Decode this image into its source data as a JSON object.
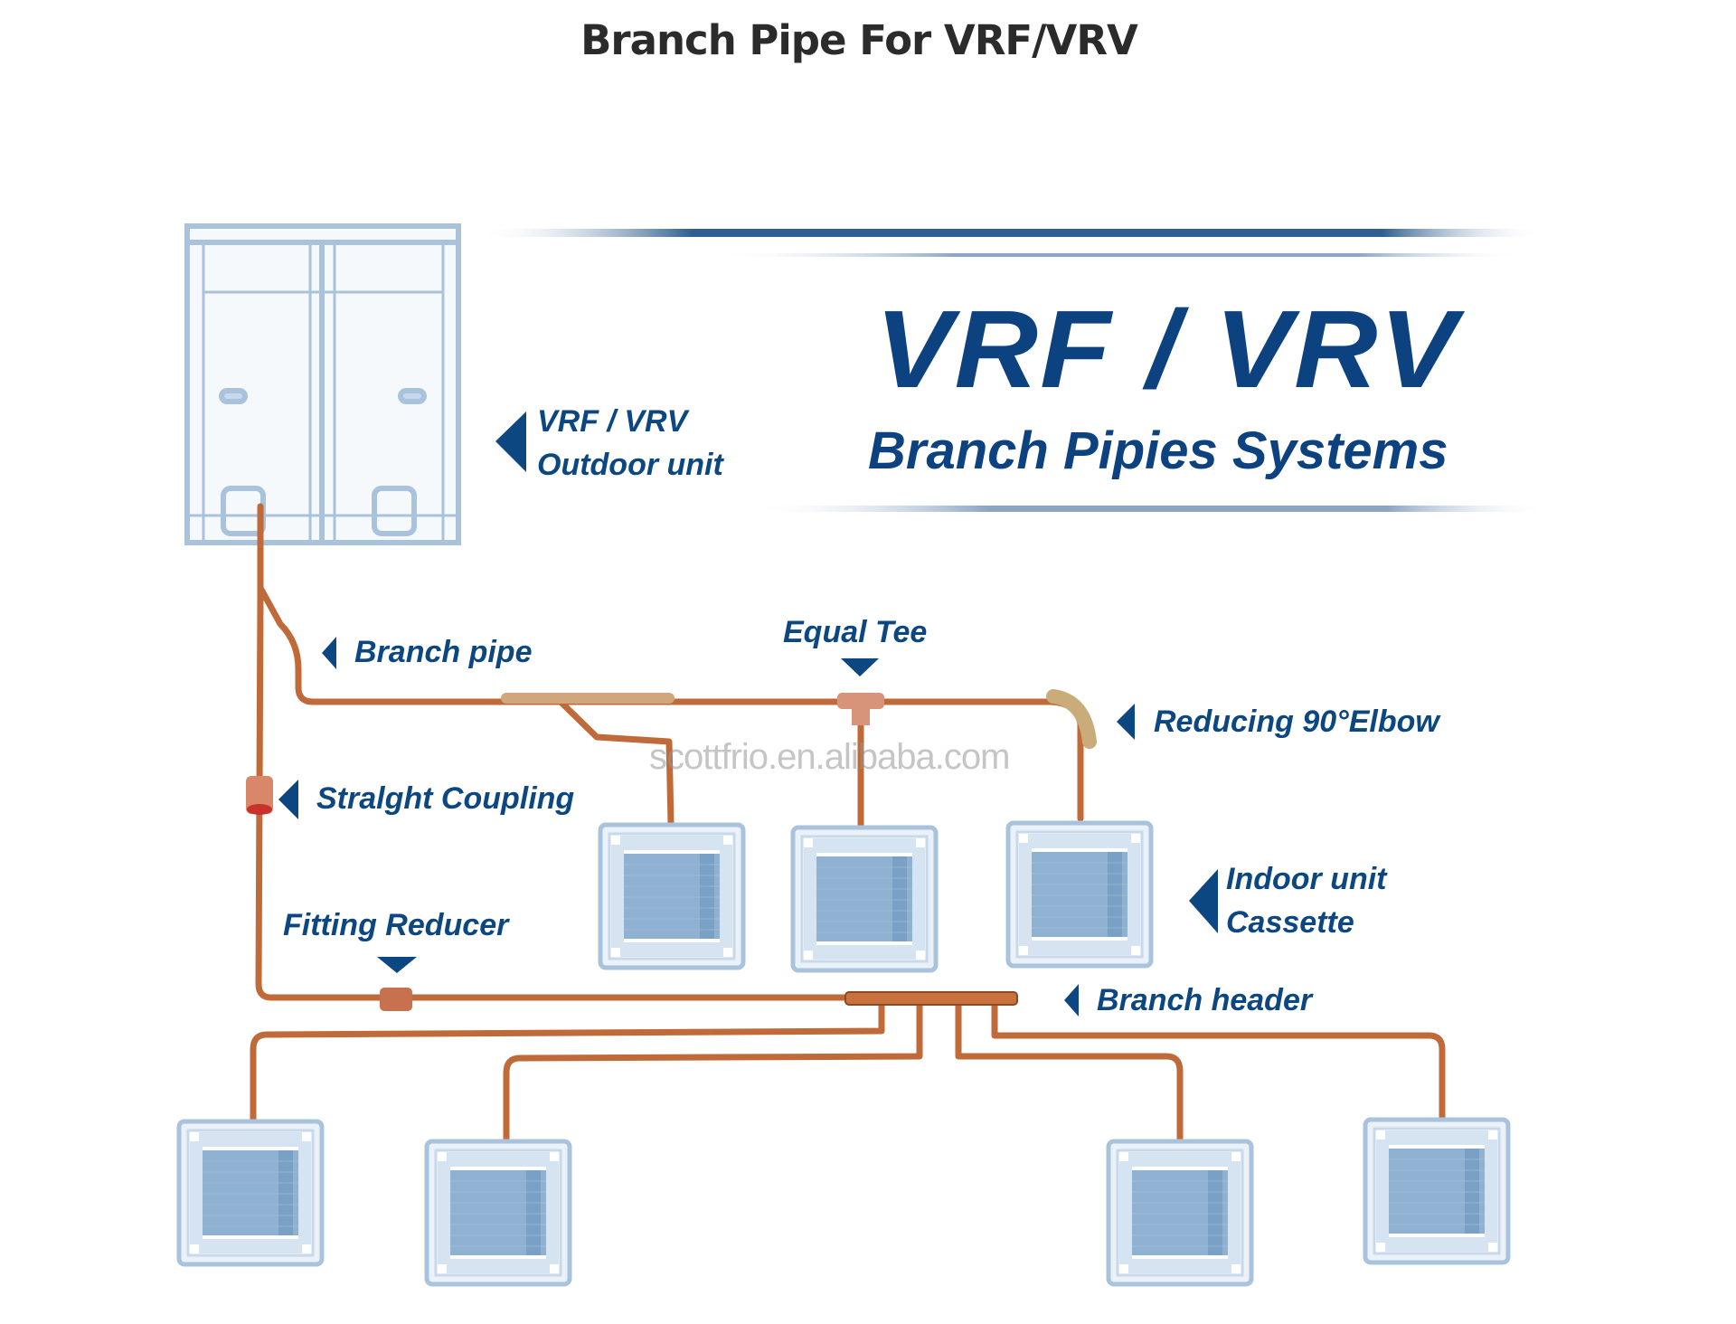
{
  "page": {
    "title": "Branch Pipe For VRF/VRV"
  },
  "banner": {
    "heading": "VRF / VRV",
    "subheading": "Branch Pipies Systems"
  },
  "labels": {
    "outdoor_unit": {
      "line1": "VRF / VRV",
      "line2": "Outdoor unit"
    },
    "branch_pipe": "Branch pipe",
    "equal_tee": "Equal Tee",
    "reducing_elbow": "Reducing 90°Elbow",
    "straight_coupling": "Stralght Coupling",
    "fitting_reducer": "Fitting Reducer",
    "indoor_unit": {
      "line1": "Indoor unit",
      "line2": "Cassette"
    },
    "branch_header": "Branch header"
  },
  "watermark": "scottfrio.en.alibaba.com",
  "colors": {
    "label_blue": "#0d4782",
    "copper": "#c06a3a",
    "unit_outline": "#a9c3dc",
    "cassette_grille": "#8fb1d2"
  },
  "components": {
    "outdoor_units": 1,
    "indoor_cassettes": 7
  }
}
